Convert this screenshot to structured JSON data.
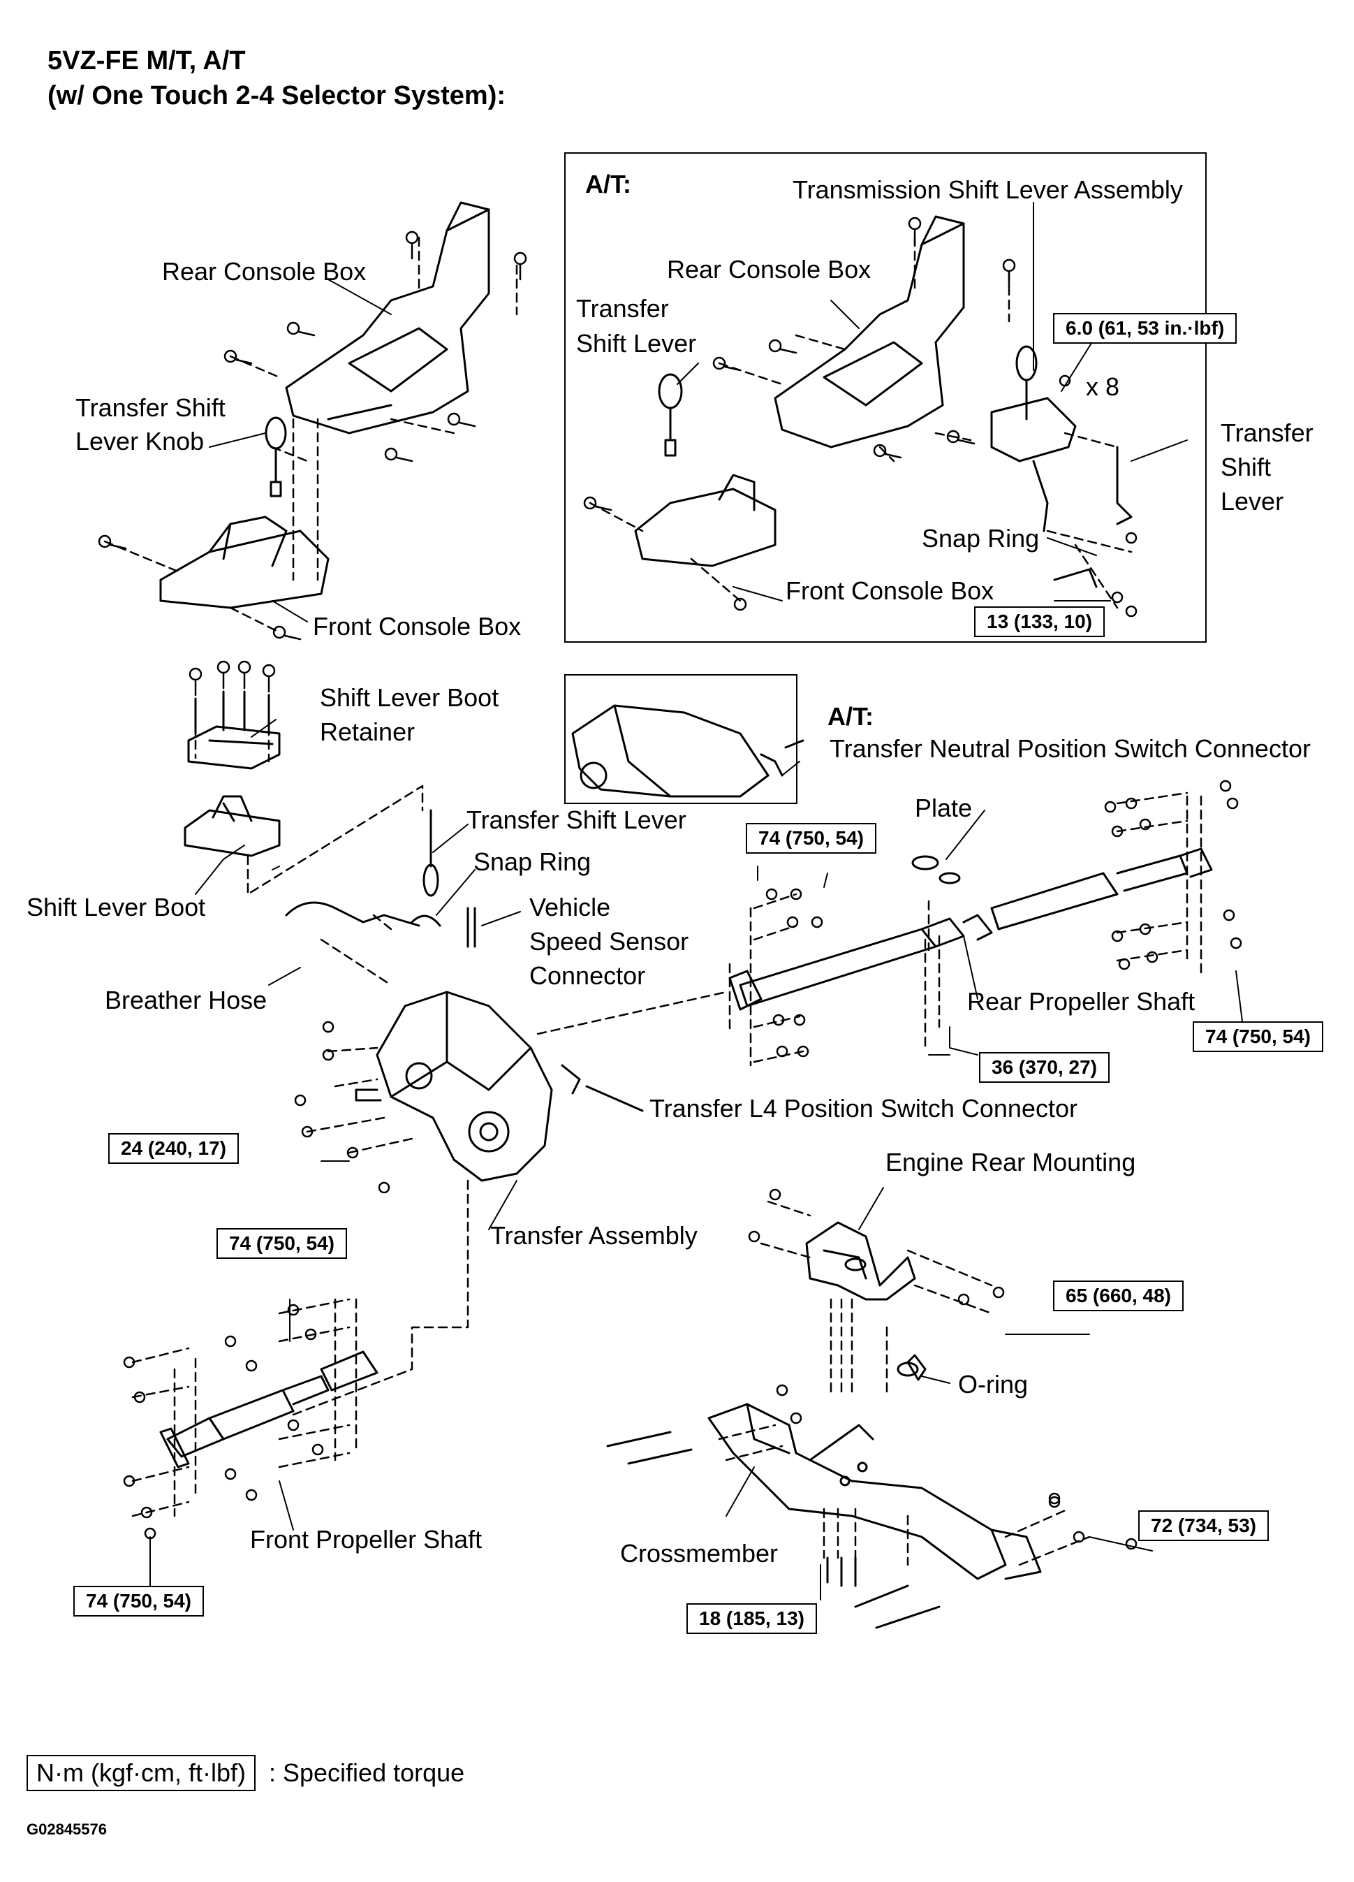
{
  "title": {
    "line1": "5VZ-FE  M/T, A/T",
    "line2": "(w/ One Touch 2-4 Selector System):"
  },
  "at_panel_label": "A/T:",
  "labels": {
    "rear_console_box": "Rear Console Box",
    "transfer_shift_lever_knob_1": "Transfer Shift",
    "transfer_shift_lever_knob_2": "Lever Knob",
    "front_console_box": "Front Console Box",
    "at_transmission_shift_lever_assembly": "Transmission Shift Lever Assembly",
    "at_rear_console_box": "Rear Console Box",
    "at_transfer_shift_lever_1": "Transfer",
    "at_transfer_shift_lever_2": "Shift Lever",
    "at_x8": "x 8",
    "at_right_transfer_1": "Transfer",
    "at_right_transfer_2": "Shift",
    "at_right_transfer_3": "Lever",
    "at_snap_ring": "Snap Ring",
    "at_front_console_box": "Front Console Box",
    "shift_lever_boot_retainer_1": "Shift Lever Boot",
    "shift_lever_boot_retainer_2": "Retainer",
    "shift_lever_boot": "Shift Lever Boot",
    "at2_label": "A/T:",
    "transfer_neutral_switch": "Transfer Neutral Position Switch Connector",
    "transfer_shift_lever": "Transfer Shift Lever",
    "snap_ring": "Snap Ring",
    "vehicle_speed_1": "Vehicle",
    "vehicle_speed_2": "Speed Sensor",
    "vehicle_speed_3": "Connector",
    "breather_hose": "Breather Hose",
    "plate": "Plate",
    "rear_propeller_shaft": "Rear Propeller Shaft",
    "transfer_l4_switch": "Transfer L4 Position Switch Connector",
    "transfer_assembly": "Transfer Assembly",
    "engine_rear_mounting": "Engine Rear Mounting",
    "o_ring": "O-ring",
    "front_propeller_shaft": "Front Propeller Shaft",
    "crossmember": "Crossmember"
  },
  "torques": {
    "at_lever_assembly": "6.0 (61, 53 in.·lbf)",
    "at_snap_ring_bolt": "13 (133, 10)",
    "rear_shaft_front": "74 (750, 54)",
    "rear_shaft_rear": "74 (750, 54)",
    "center_bearing": "36 (370, 27)",
    "transfer_mount": "24 (240, 17)",
    "engine_mount": "65 (660, 48)",
    "front_shaft_top": "74 (750, 54)",
    "front_shaft_bottom": "74 (750, 54)",
    "crossmember_side": "72 (734, 53)",
    "crossmember_bottom": "18 (185, 13)"
  },
  "legend": {
    "units": "N·m (kgf·cm, ft·lbf)",
    "meaning": ": Specified torque"
  },
  "figure_id": "G02845576"
}
